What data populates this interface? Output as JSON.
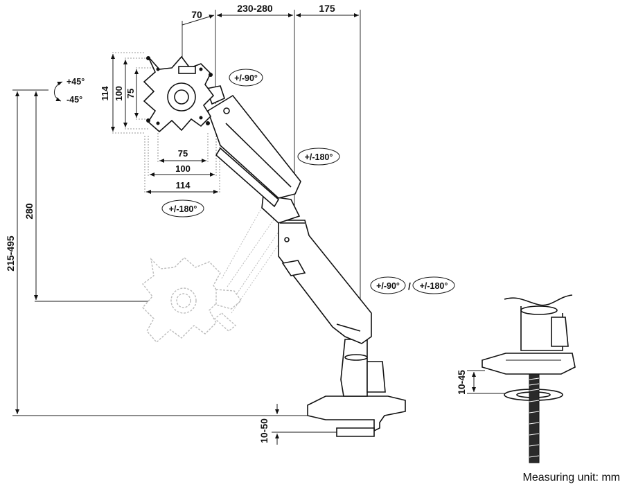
{
  "dimensions": {
    "top_offset": "70",
    "top_reach": "230-280",
    "top_side": "175",
    "vesa_v_114": "114",
    "vesa_v_100": "100",
    "vesa_v_75": "75",
    "vesa_h_75": "75",
    "vesa_h_100": "100",
    "vesa_h_114": "114",
    "height_range": "215-495",
    "height_280": "280",
    "clamp_range": "10-50",
    "grommet_range": "10-45"
  },
  "rotations": {
    "tilt_up": "+45°",
    "tilt_down": "-45°",
    "swivel_head": "+/-90°",
    "rotate_arm": "+/-180°",
    "rotate_plate": "+/-180°",
    "pole_swivel": "+/-90°",
    "pole_rotate": "+/-180°",
    "separator": "/"
  },
  "footer": {
    "unit": "Measuring unit: mm"
  }
}
